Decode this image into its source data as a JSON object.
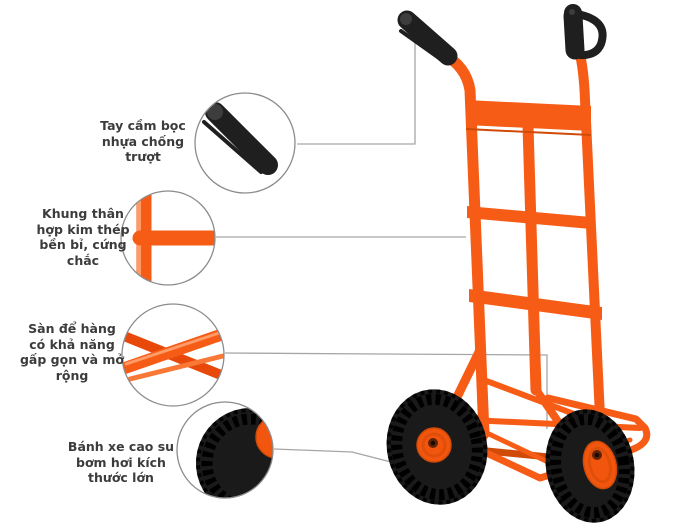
{
  "colors": {
    "background": "#FFFFFF",
    "frame_orange": "#F75C17",
    "frame_orange_highlight": "#FF9B66",
    "frame_orange_mid": "#F97835",
    "frame_orange_deep": "#E8490B",
    "frame_orange_dark": "#D04A08",
    "handle_black": "#1F1F1F",
    "grip_cap_gray": "#3D3D3D",
    "tire_black": "#1A1A1A",
    "tire_tread_black": "#000000",
    "hub_orange": "#F2550E",
    "hub_center_dark": "#5F2307",
    "hub_hole_black": "#1C0A02",
    "callout_line_gray": "#A6A6A6",
    "circle_border_gray": "#8C8C8C",
    "label_text": "#3C3C3C"
  },
  "callouts": [
    {
      "id": "handle-grip",
      "lines": [
        "Tay cầm bọc",
        "nhựa chống",
        "trượt"
      ]
    },
    {
      "id": "steel-frame",
      "lines": [
        "Khung thân",
        "hợp kim thép",
        "bền bỉ, cứng",
        "chắc"
      ]
    },
    {
      "id": "folding-platform",
      "lines": [
        "Sàn để hàng",
        "có khả năng",
        "gấp gọn và mở",
        "rộng"
      ]
    },
    {
      "id": "rubber-wheel",
      "lines": [
        "Bánh xe cao su",
        "bơm hơi kích",
        "thước lớn"
      ]
    }
  ]
}
